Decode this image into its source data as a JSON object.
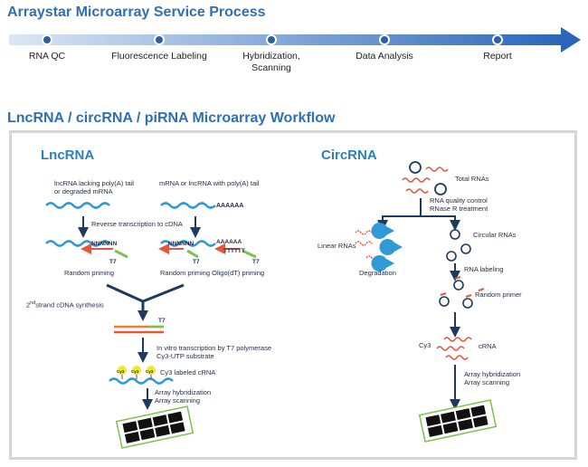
{
  "service_title": "Arraystar Microarray Service Process",
  "stages": [
    "RNA QC",
    "Fluorescence Labeling",
    "Hybridization,\nScanning",
    "Data Analysis",
    "Report"
  ],
  "workflow_title": "LncRNA / circRNA / piRNA Microarray Workflow",
  "lnc": {
    "heading": "LncRNA",
    "left_desc": "lncRNA lacking poly(A) tail\nor degraded mRNA",
    "right_desc": "mRNA or lncRNA with poly(A) tail",
    "polyA": "AAAAAA",
    "rt": "Reverse transcription to cDNA",
    "nnnnnn": "NNNNNN",
    "tttttt": "TTTTTT",
    "t7": "T7",
    "random_priming": "Random priming",
    "oligo_priming": "Random priming Oligo(dT) priming",
    "second_strand_sup": "nd",
    "second_strand_pre": "2",
    "second_strand": "strand cDNA synthesis",
    "ivt": "In vitro transcription by T7 polymerase\nCy3-UTP substrate",
    "cy3": "Cy3",
    "labeled": "Cy3 labeled cRNA",
    "hyb": "Array hybridization\nArray scanning"
  },
  "circ": {
    "heading": "CircRNA",
    "total": "Total RNAs",
    "qc": "RNA quality control\nRNase R treatment",
    "linear": "Linear RNAs",
    "degradation": "Degradation",
    "circular": "Circular RNAs",
    "labeling": "RNA labeling",
    "primer": "Random primer",
    "cy3": "Cy3",
    "crna": "cRNA",
    "hyb": "Array hybridization\nArray scanning"
  },
  "colors": {
    "accent": "#2f6fb3",
    "wave": "#2f9ad6",
    "red": "#e4573d",
    "orange": "#f07d2a",
    "green": "#7cc24a",
    "dark": "#1e3a5f",
    "yellow": "#f2e82b"
  }
}
